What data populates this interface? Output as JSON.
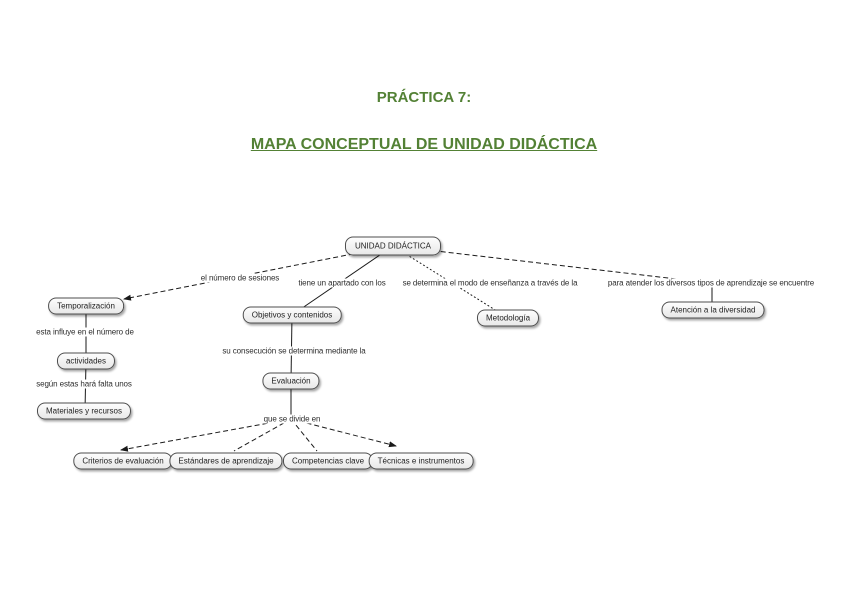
{
  "document": {
    "title": "PRÁCTICA 7:",
    "subtitle": "MAPA CONCEPTUAL DE UNIDAD DIDÁCTICA"
  },
  "map": {
    "nodes": [
      {
        "id": "unidad-didactica",
        "label": "UNIDAD DIDÁCTICA"
      },
      {
        "id": "temporalizacion",
        "label": "Temporalización"
      },
      {
        "id": "actividades",
        "label": "actividades"
      },
      {
        "id": "materiales-y-recursos",
        "label": "Materiales y recursos"
      },
      {
        "id": "objetivos-y-contenidos",
        "label": "Objetivos y contenidos"
      },
      {
        "id": "evaluacion",
        "label": "Evaluación"
      },
      {
        "id": "metodologia",
        "label": "Metodología"
      },
      {
        "id": "atencion-a-la-diversidad",
        "label": "Atención a la diversidad"
      },
      {
        "id": "criterios-de-evaluacion",
        "label": "Criterios de evaluación"
      },
      {
        "id": "estandares-de-aprendizaje",
        "label": "Estándares de aprendizaje"
      },
      {
        "id": "competencias-clave",
        "label": "Competencias clave"
      },
      {
        "id": "tecnicas-e-instrumentos",
        "label": "Técnicas e instrumentos"
      }
    ],
    "edge_labels": [
      {
        "id": "num-sesiones",
        "text": "el número de sesiones"
      },
      {
        "id": "apartado",
        "text": "tiene un apartado con los"
      },
      {
        "id": "modo-ensenanza",
        "text": "se determina el modo de enseñanza a través de la"
      },
      {
        "id": "atender-diversos",
        "text": "para atender los diversos tipos de aprendizaje se encuentre"
      },
      {
        "id": "influye-numero",
        "text": "esta influye en el número de"
      },
      {
        "id": "segun-estas",
        "text": "según estas hará falta unos"
      },
      {
        "id": "consecucion",
        "text": "su consecución se determina mediante la"
      },
      {
        "id": "divide",
        "text": "que se divide en"
      }
    ]
  },
  "colors": {
    "title_green": "#538135",
    "node_border": "#4d4d4d",
    "node_fill_top": "#fdfdfd",
    "node_fill_bottom": "#e8e8e8",
    "edge_line": "#1a1a1a",
    "label_text": "#2e2e2e",
    "page_bg": "#ffffff"
  }
}
